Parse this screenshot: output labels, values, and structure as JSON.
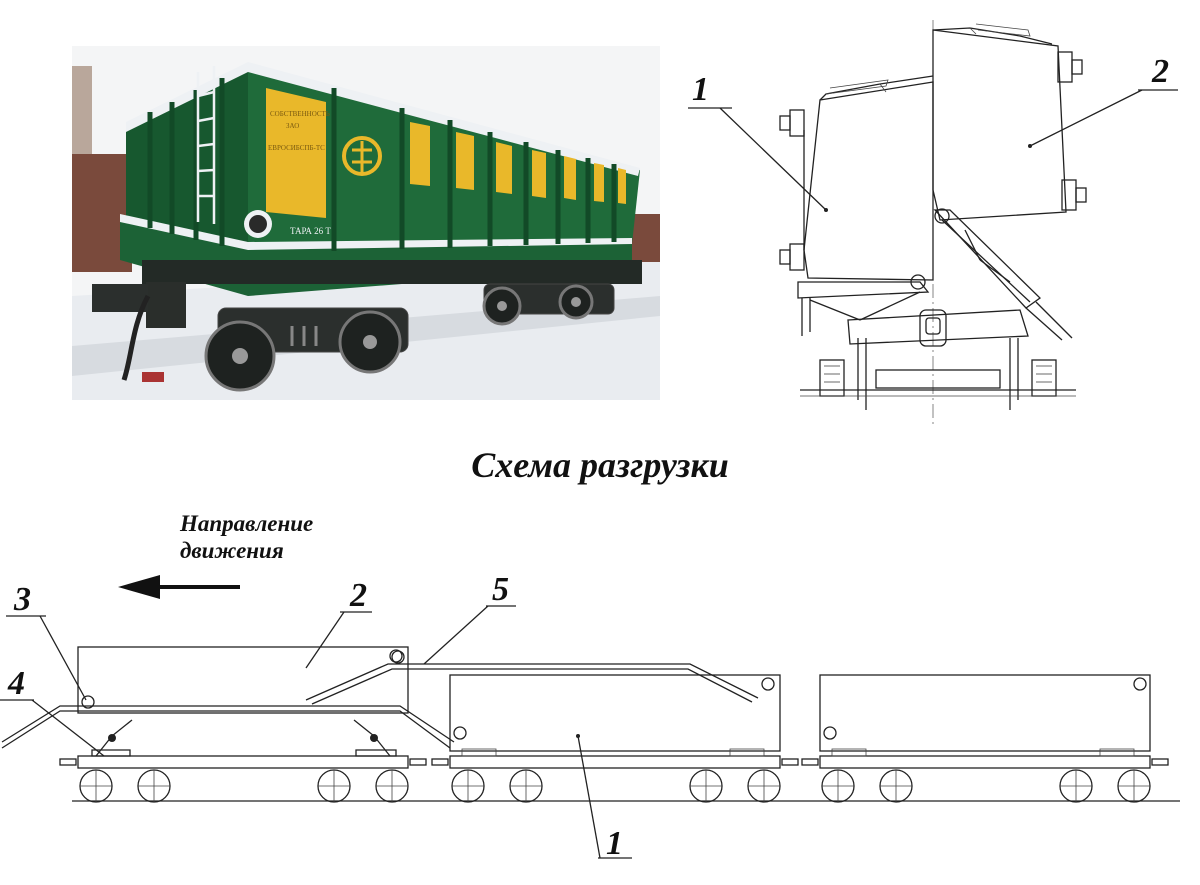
{
  "diagram": {
    "title": "Схема разгрузки",
    "direction_label_line1": "Направление",
    "direction_label_line2": "движения",
    "cross_section_labels": [
      "1",
      "2"
    ],
    "scheme_labels": [
      "1",
      "2",
      "3",
      "4",
      "5"
    ]
  },
  "photo": {
    "wagon_sign_lines": [
      "СОБСТВЕННОСТЬ",
      "ЗАО",
      "ЕВРОСИБСПБ-ТС"
    ],
    "tare_text": "ТАРА 26 Т",
    "colors": {
      "body": "#1f6b3a",
      "panel": "#e9b82a",
      "snow": "#eef1f4",
      "sky": "#f2f4f6"
    }
  }
}
